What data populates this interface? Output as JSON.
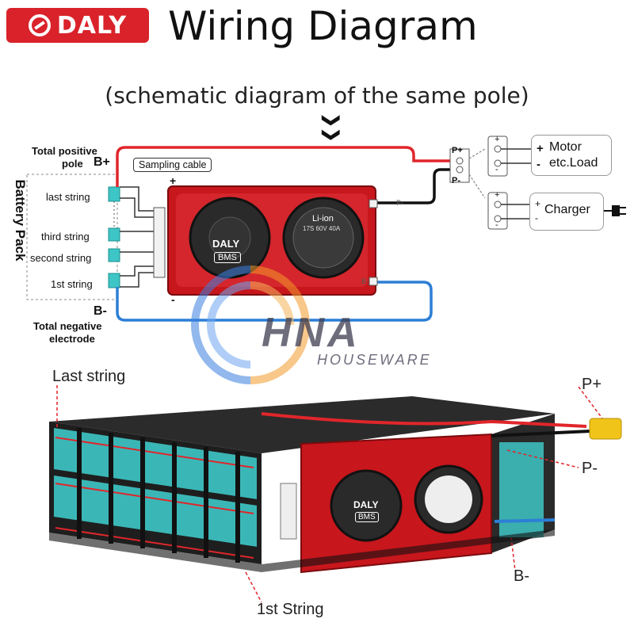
{
  "header": {
    "brand": "DALY",
    "title": "Wiring Diagram",
    "subtitle": "(schematic diagram of the same pole)",
    "down_chevron": "❯❯"
  },
  "schematic": {
    "side_label": "Battery Pack",
    "total_positive": "Total positive",
    "pole": "pole",
    "b_plus": "B+",
    "b_minus": "B-",
    "total_negative": "Total negative",
    "electrode": "electrode",
    "sampling_cable": "Sampling cable",
    "strings": [
      "last string",
      "third string",
      "second string",
      "1st string"
    ],
    "bms_brand": "DALY",
    "bms_label": "BMS",
    "bms_chem": "Li-ion",
    "bms_spec": "17S 60V 40A",
    "terminal_plus": "+",
    "terminal_minus": "-",
    "port_pplus": "P+",
    "port_pminus": "P-",
    "wire_pminus": "P-",
    "wire_bminus": "B-",
    "load_plus": "+",
    "load_minus": "-",
    "load_line1": "Motor",
    "load_line2": "etc.Load",
    "charger": "Charger",
    "charger_plus": "+",
    "charger_minus": "-"
  },
  "watermark": {
    "line1": "HNA",
    "line2": "HOUSEWARE"
  },
  "photo": {
    "last_string": "Last string",
    "first_string": "1st String",
    "p_plus": "P+",
    "p_minus": "P-",
    "b_minus": "B-",
    "bms_brand": "DALY",
    "bms_label": "BMS"
  },
  "colors": {
    "brand_red": "#d9222a",
    "bms_red": "#c7161c",
    "wire_red": "#e0262b",
    "wire_blue": "#2c7fd6",
    "cell_teal": "#3ec6c6"
  }
}
